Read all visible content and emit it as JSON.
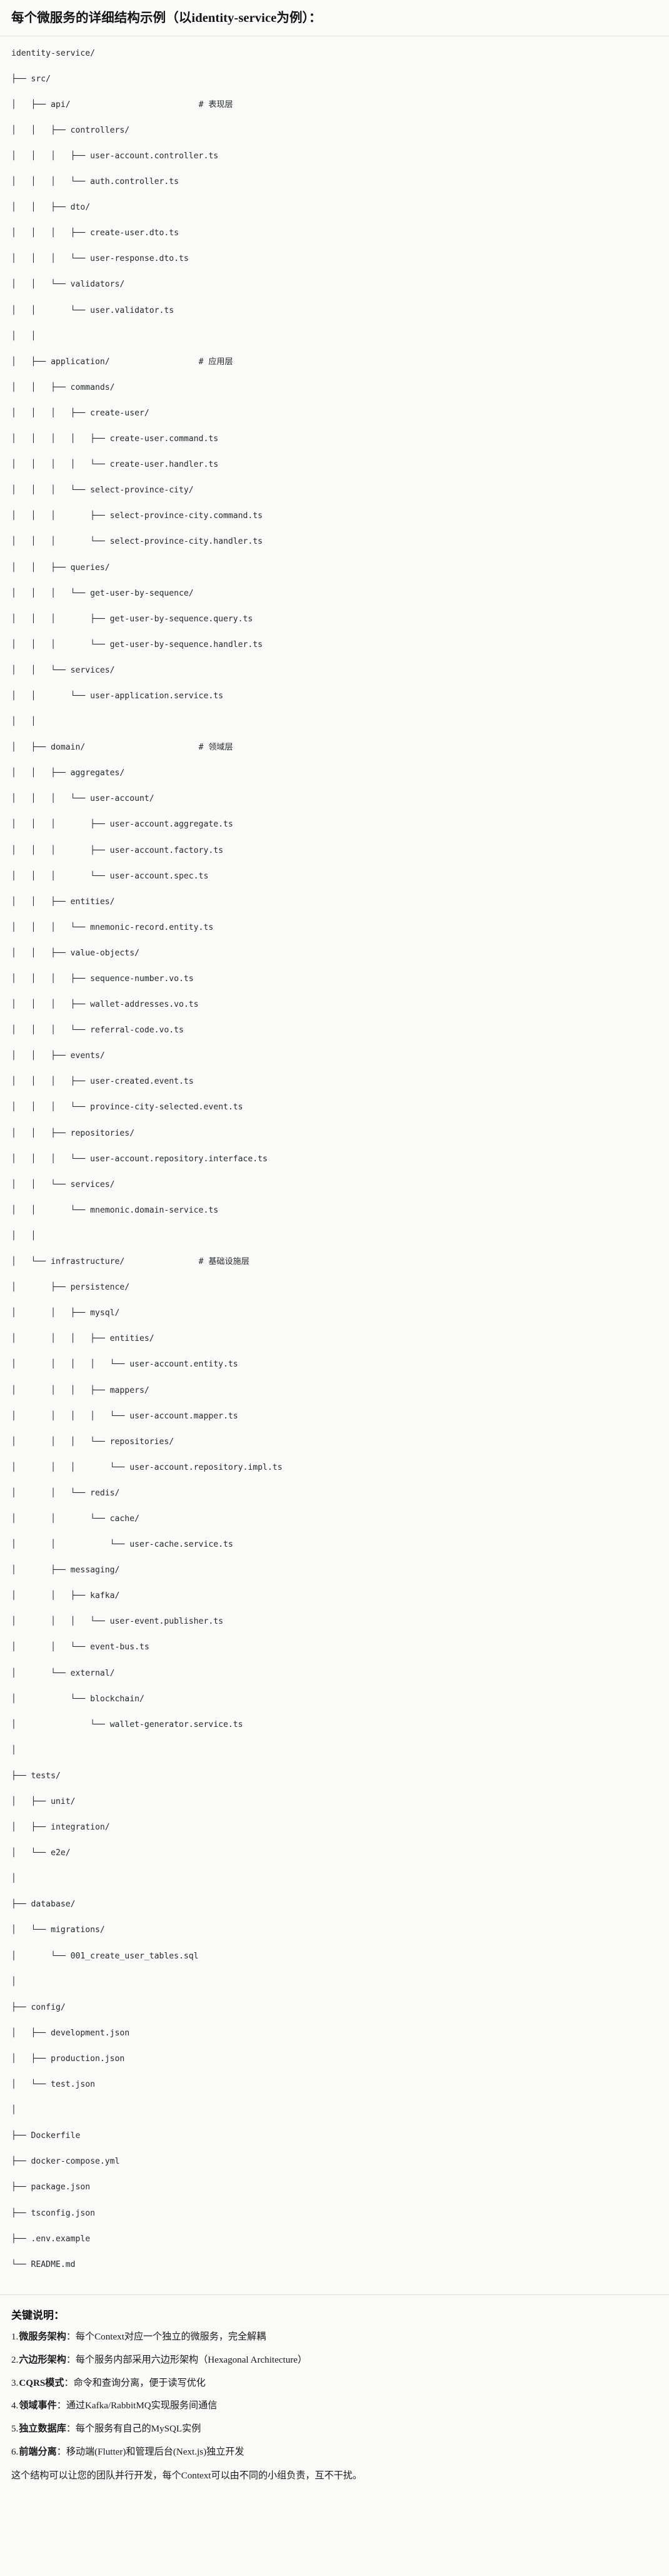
{
  "header": {
    "title": "每个微服务的详细结构示例（以identity-service为例）："
  },
  "tree": {
    "lines": [
      "identity-service/",
      "├── src/",
      "│   ├── api/                          # 表现层",
      "│   │   ├── controllers/",
      "│   │   │   ├── user-account.controller.ts",
      "│   │   │   └── auth.controller.ts",
      "│   │   ├── dto/",
      "│   │   │   ├── create-user.dto.ts",
      "│   │   │   └── user-response.dto.ts",
      "│   │   └── validators/",
      "│   │       └── user.validator.ts",
      "│   │",
      "│   ├── application/                  # 应用层",
      "│   │   ├── commands/",
      "│   │   │   ├── create-user/",
      "│   │   │   │   ├── create-user.command.ts",
      "│   │   │   │   └── create-user.handler.ts",
      "│   │   │   └── select-province-city/",
      "│   │   │       ├── select-province-city.command.ts",
      "│   │   │       └── select-province-city.handler.ts",
      "│   │   ├── queries/",
      "│   │   │   └── get-user-by-sequence/",
      "│   │   │       ├── get-user-by-sequence.query.ts",
      "│   │   │       └── get-user-by-sequence.handler.ts",
      "│   │   └── services/",
      "│   │       └── user-application.service.ts",
      "│   │",
      "│   ├── domain/                       # 领域层",
      "│   │   ├── aggregates/",
      "│   │   │   └── user-account/",
      "│   │   │       ├── user-account.aggregate.ts",
      "│   │   │       ├── user-account.factory.ts",
      "│   │   │       └── user-account.spec.ts",
      "│   │   ├── entities/",
      "│   │   │   └── mnemonic-record.entity.ts",
      "│   │   ├── value-objects/",
      "│   │   │   ├── sequence-number.vo.ts",
      "│   │   │   ├── wallet-addresses.vo.ts",
      "│   │   │   └── referral-code.vo.ts",
      "│   │   ├── events/",
      "│   │   │   ├── user-created.event.ts",
      "│   │   │   └── province-city-selected.event.ts",
      "│   │   ├── repositories/",
      "│   │   │   └── user-account.repository.interface.ts",
      "│   │   └── services/",
      "│   │       └── mnemonic.domain-service.ts",
      "│   │",
      "│   └── infrastructure/               # 基础设施层",
      "│       ├── persistence/",
      "│       │   ├── mysql/",
      "│       │   │   ├── entities/",
      "│       │   │   │   └── user-account.entity.ts",
      "│       │   │   ├── mappers/",
      "│       │   │   │   └── user-account.mapper.ts",
      "│       │   │   └── repositories/",
      "│       │   │       └── user-account.repository.impl.ts",
      "│       │   └── redis/",
      "│       │       └── cache/",
      "│       │           └── user-cache.service.ts",
      "│       ├── messaging/",
      "│       │   ├── kafka/",
      "│       │   │   └── user-event.publisher.ts",
      "│       │   └── event-bus.ts",
      "│       └── external/",
      "│           └── blockchain/",
      "│               └── wallet-generator.service.ts",
      "│",
      "├── tests/",
      "│   ├── unit/",
      "│   ├── integration/",
      "│   └── e2e/",
      "│",
      "├── database/",
      "│   └── migrations/",
      "│       └── 001_create_user_tables.sql",
      "│",
      "├── config/",
      "│   ├── development.json",
      "│   ├── production.json",
      "│   └── test.json",
      "│",
      "├── Dockerfile",
      "├── docker-compose.yml",
      "├── package.json",
      "├── tsconfig.json",
      "├── .env.example",
      "└── README.md"
    ]
  },
  "notes": {
    "title": "关键说明：",
    "items": [
      {
        "num": "1.",
        "term": "微服务架构",
        "sep": "：",
        "desc": "每个Context对应一个独立的微服务，完全解耦"
      },
      {
        "num": "2.",
        "term": "六边形架构",
        "sep": "：",
        "desc": "每个服务内部采用六边形架构（Hexagonal Architecture）"
      },
      {
        "num": "3.",
        "term": "CQRS模式",
        "sep": "：",
        "desc": "命令和查询分离，便于读写优化"
      },
      {
        "num": "4.",
        "term": "领域事件",
        "sep": "：",
        "desc": "通过Kafka/RabbitMQ实现服务间通信"
      },
      {
        "num": "5.",
        "term": "独立数据库",
        "sep": "：",
        "desc": "每个服务有自己的MySQL实例"
      },
      {
        "num": "6.",
        "term": "前端分离",
        "sep": "：",
        "desc": "移动端(Flutter)和管理后台(Next.js)独立开发"
      }
    ],
    "closing": "这个结构可以让您的团队并行开发，每个Context可以由不同的小组负责，互不干扰。"
  }
}
